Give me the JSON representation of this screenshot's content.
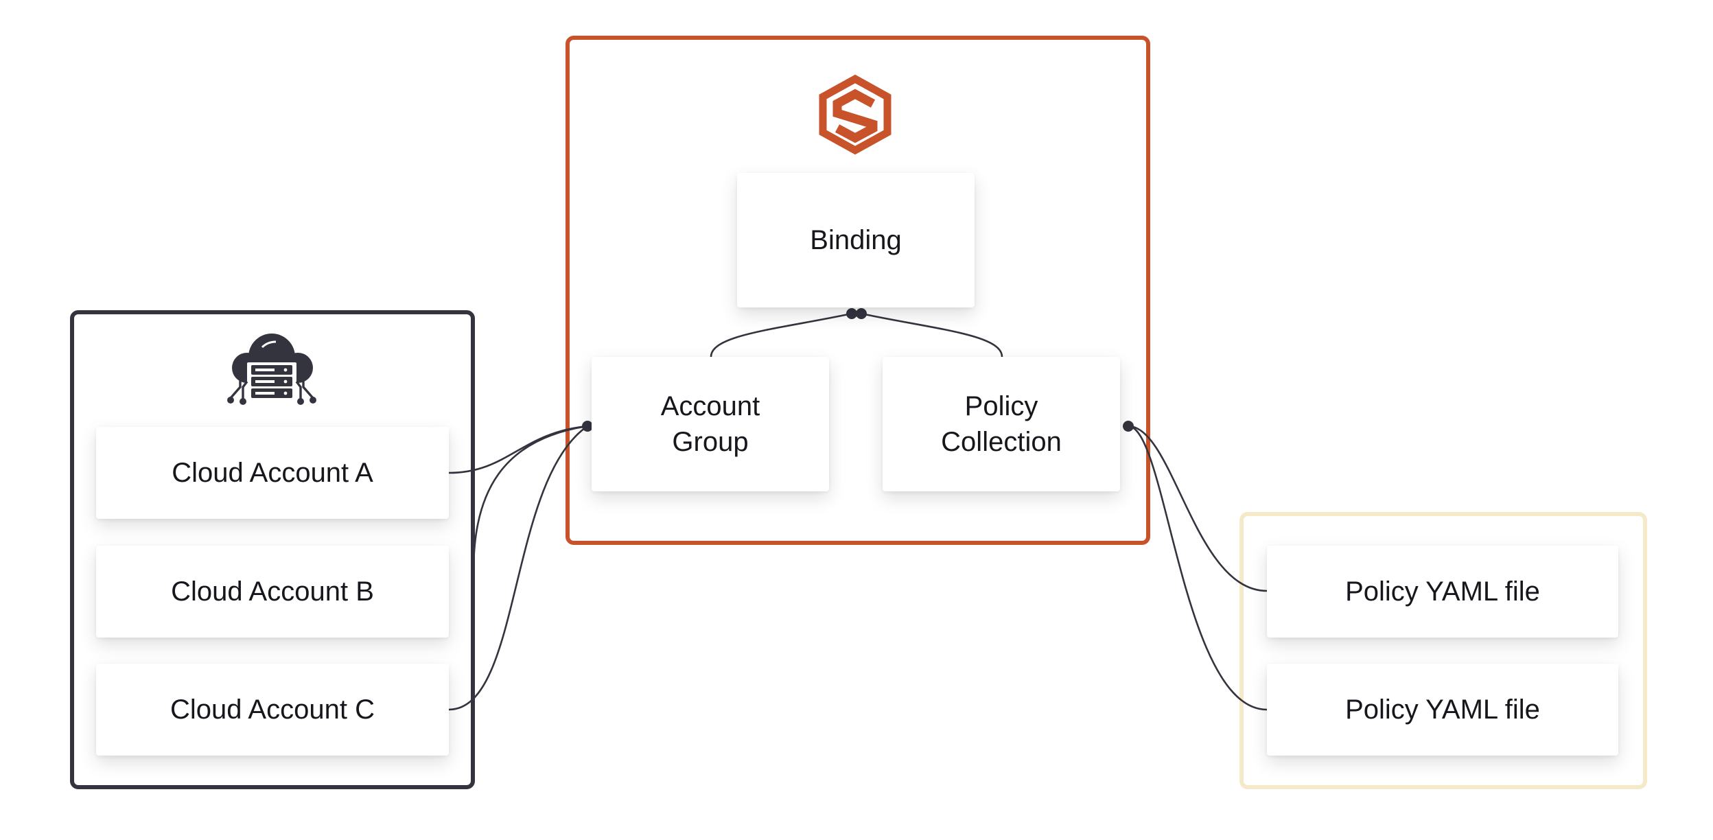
{
  "nodes": {
    "binding": "Binding",
    "account_group": "Account\nGroup",
    "policy_collection": "Policy\nCollection",
    "cloud_accounts": [
      "Cloud Account A",
      "Cloud Account B",
      "Cloud Account C"
    ],
    "policy_files": [
      "Policy YAML file",
      "Policy YAML file"
    ]
  },
  "icons": {
    "core": "hexagon-s-logo-icon",
    "cloud": "cloud-server-icon"
  },
  "colors": {
    "core_border": "#c8522a",
    "cloud_border": "#34343f",
    "policy_border": "#f4e9c8",
    "edge": "#34343f"
  }
}
